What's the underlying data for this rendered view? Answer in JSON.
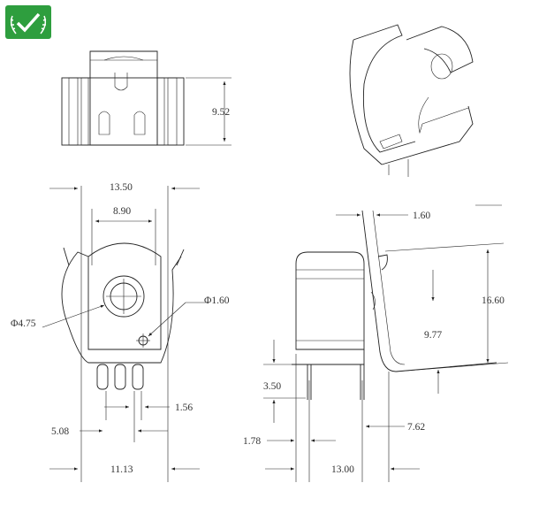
{
  "colors": {
    "logo": "#2e9e3e",
    "line": "#222222",
    "text": "#333333",
    "background": "#ffffff"
  },
  "icons": {
    "logo": "green-check-laurel-logo"
  },
  "dimensions": {
    "height_top": "9.52",
    "outer_width": "13.50",
    "inner_width": "8.90",
    "hole_large": "Φ4.75",
    "hole_small": "Φ1.60",
    "pin_width": "1.56",
    "pin_pitch": "5.08",
    "base_width": "11.13",
    "thickness": "1.60",
    "clip_height": "16.60",
    "inner_height": "9.77",
    "pin_length": "3.50",
    "pin_offset": "1.78",
    "pin_spacing_side": "7.62",
    "side_width": "13.00"
  }
}
